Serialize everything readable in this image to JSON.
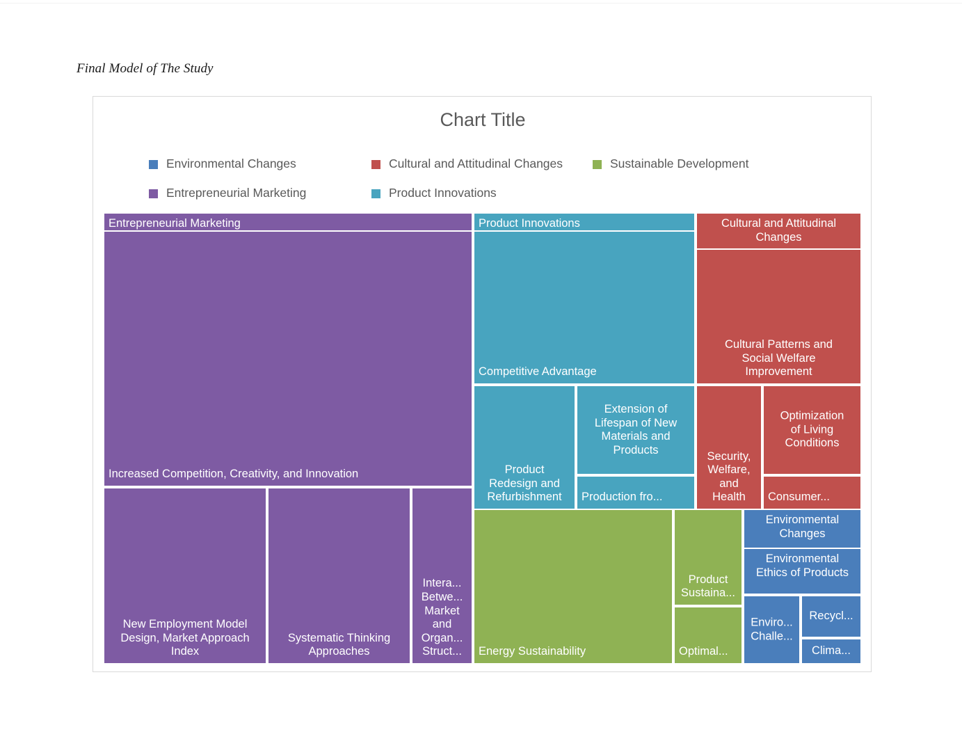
{
  "document": {
    "caption": "Final Model of The Study"
  },
  "chart": {
    "title": "Chart Title",
    "frame_border_color": "#d9d9d9",
    "title_color": "#595959"
  },
  "legend": {
    "position": "top",
    "items": [
      {
        "label": "Environmental Changes",
        "color": "#4a7ebb"
      },
      {
        "label": "Cultural and Attitudinal Changes",
        "color": "#c0504d"
      },
      {
        "label": "Sustainable Development",
        "color": "#8fb254"
      },
      {
        "label": "Entrepreneurial Marketing",
        "color": "#7e5ba3"
      },
      {
        "label": "Product Innovations",
        "color": "#48a4bf"
      }
    ]
  },
  "chart_data": {
    "type": "treemap",
    "title": "Chart Title",
    "xlabel": "",
    "ylabel": "",
    "legend_position": "top",
    "grid": false,
    "categories": [
      "Environmental Changes",
      "Cultural and Attitudinal Changes",
      "Sustainable Development",
      "Entrepreneurial Marketing",
      "Product Innovations"
    ],
    "colors": {
      "Environmental Changes": "#4a7ebb",
      "Cultural and Attitudinal Changes": "#c0504d",
      "Sustainable Development": "#8fb254",
      "Entrepreneurial Marketing": "#7e5ba3",
      "Product Innovations": "#48a4bf"
    },
    "groups": [
      {
        "name": "Entrepreneurial Marketing",
        "color": "#7e5ba3",
        "header_label": "Entrepreneurial Marketing",
        "leaves": [
          {
            "label": "Increased Competition, Creativity, and Innovation",
            "full_label": "Increased Competition, Creativity, and Innovation",
            "value": 34.0
          },
          {
            "label": "New Employment Model\nDesign, Market Approach\nIndex",
            "full_label": "New Employment Model Design, Market Approach Index",
            "value": 9.5
          },
          {
            "label": "Systematic Thinking\nApproaches",
            "full_label": "Systematic Thinking Approaches",
            "value": 8.0
          },
          {
            "label": "Intera...\nBetwe...\nMarket\nand\nOrgan...\nStruct...",
            "full_label": "Interaction Between Market and Organizational Structure",
            "value": 3.0
          }
        ]
      },
      {
        "name": "Product Innovations",
        "color": "#48a4bf",
        "header_label": "Product Innovations",
        "leaves": [
          {
            "label": "Competitive Advantage",
            "full_label": "Competitive Advantage",
            "value": 11.5
          },
          {
            "label": "Product\nRedesign and\nRefurbishment",
            "full_label": "Product Redesign and Refurbishment",
            "value": 4.6
          },
          {
            "label": "Extension of\nLifespan of New\nMaterials and\nProducts",
            "full_label": "Extension of Lifespan of New Materials and Products",
            "value": 3.6
          },
          {
            "label": "Production fro...",
            "full_label": "Production from Recycled Materials",
            "value": 1.5
          }
        ]
      },
      {
        "name": "Cultural and Attitudinal Changes",
        "color": "#c0504d",
        "header_label": "Cultural and Attitudinal\nChanges",
        "leaves": [
          {
            "label": "Cultural Patterns and\nSocial Welfare\nImprovement",
            "full_label": "Cultural Patterns and Social Welfare Improvement",
            "value": 8.5
          },
          {
            "label": "Security,\nWelfare,\nand\nHealth",
            "full_label": "Security, Welfare, and Health",
            "value": 2.6
          },
          {
            "label": "Optimization\nof Living\nConditions",
            "full_label": "Optimization of Living Conditions",
            "value": 2.2
          },
          {
            "label": "Consumer...",
            "full_label": "Consumer Awareness",
            "value": 1.1
          }
        ]
      },
      {
        "name": "Sustainable Development",
        "color": "#8fb254",
        "header_label": "Sustainable Development",
        "leaves": [
          {
            "label": "Energy Sustainability",
            "full_label": "Energy Sustainability",
            "value": 8.0
          },
          {
            "label": "Product\nSustaina...",
            "full_label": "Product Sustainability",
            "value": 1.9
          },
          {
            "label": "Optimal...",
            "full_label": "Optimal Use of Resources",
            "value": 1.0
          }
        ]
      },
      {
        "name": "Environmental Changes",
        "color": "#4a7ebb",
        "header_label": "Environmental\nChanges",
        "leaves": [
          {
            "label": "Environmental\nEthics of Products",
            "full_label": "Environmental Ethics of Products",
            "value": 2.6
          },
          {
            "label": "Enviro...\nChalle...",
            "full_label": "Environmental Challenges",
            "value": 0.9
          },
          {
            "label": "Recycl...",
            "full_label": "Recycling",
            "value": 0.7
          },
          {
            "label": "Clima...",
            "full_label": "Climate Change",
            "value": 0.5
          }
        ]
      }
    ]
  }
}
